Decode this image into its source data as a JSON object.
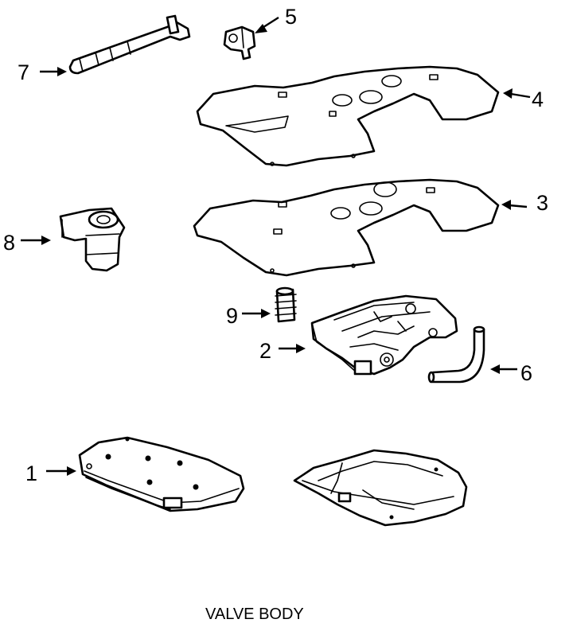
{
  "diagram": {
    "caption": "VALVE BODY",
    "callouts": [
      "1",
      "2",
      "3",
      "4",
      "5",
      "6",
      "7",
      "8",
      "9"
    ]
  },
  "colors": {
    "ink": "#000000",
    "paper": "#ffffff"
  }
}
